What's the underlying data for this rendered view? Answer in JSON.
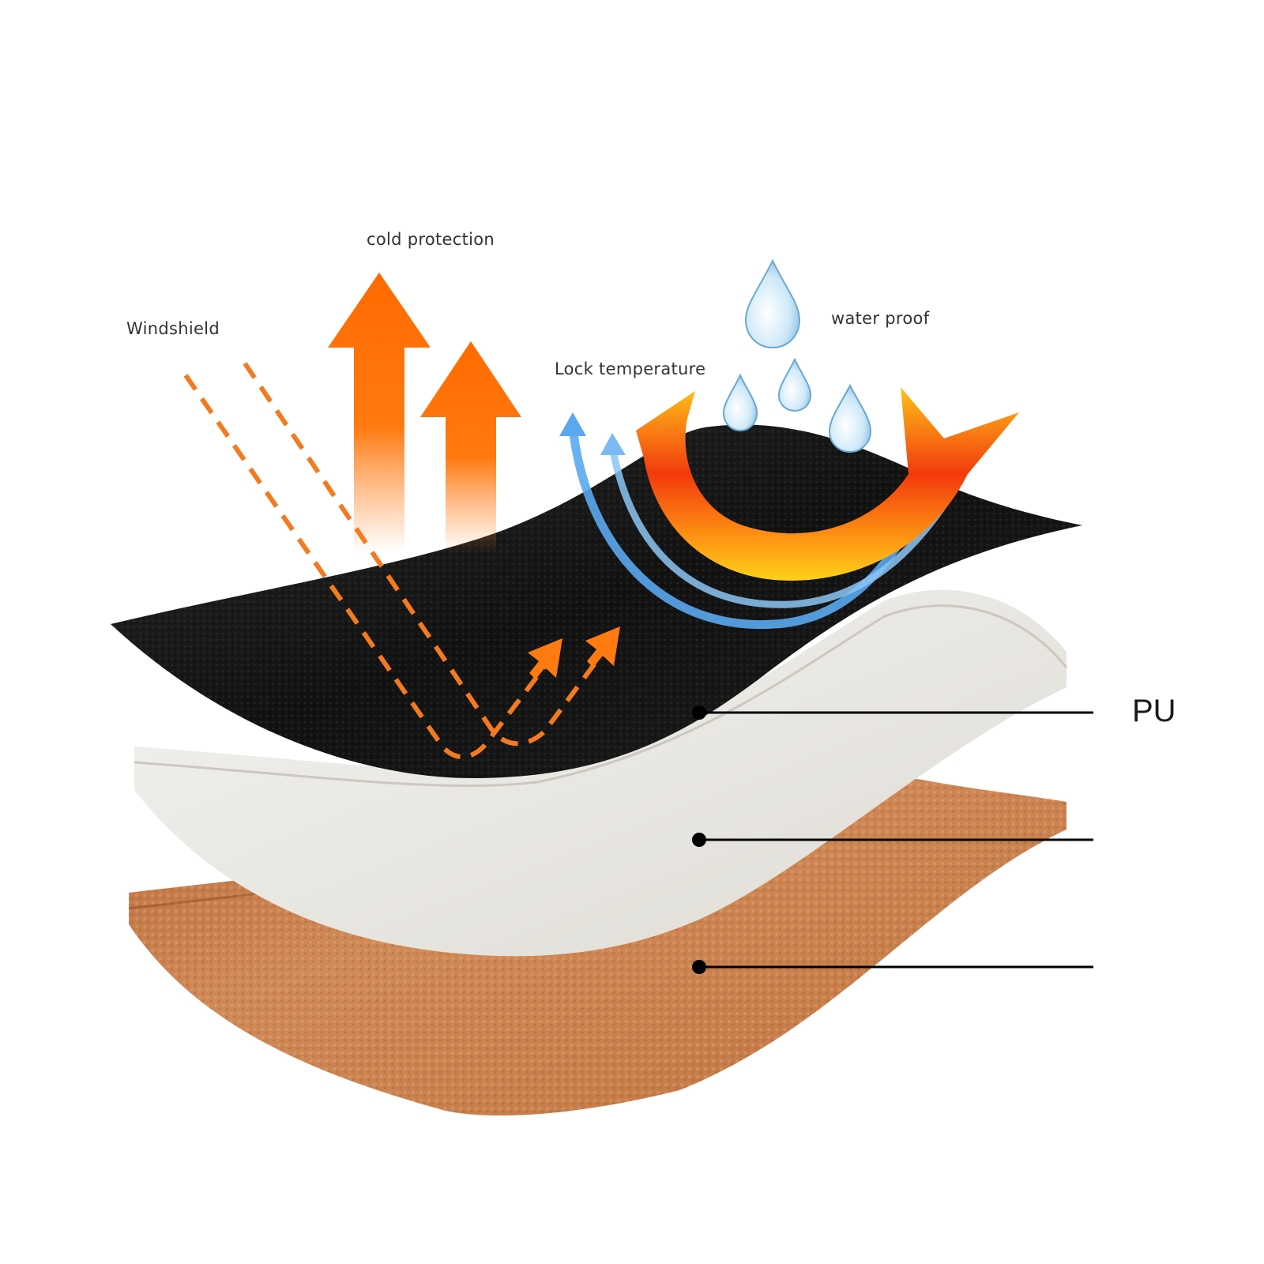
{
  "labels": {
    "cold_protection": "cold protection",
    "windshield": "Windshield",
    "water_proof": "water proof",
    "lock_temperature": "Lock temperature",
    "pu": "PU"
  },
  "layers": [
    {
      "name": "top-layer",
      "callout": "PU",
      "color": "#141414"
    },
    {
      "name": "middle-layer",
      "callout": "",
      "color": "#ebe9e4"
    },
    {
      "name": "bottom-layer",
      "callout": "",
      "color": "#c77a45"
    }
  ],
  "colors": {
    "arrow_orange": "#ff6a00",
    "dash_orange": "#f47a1f",
    "heat_yellow": "#ffc21a",
    "heat_red": "#f23a0c",
    "cool_blue": "#5aa8f0",
    "water_blue": "#a9d6f2"
  },
  "icons": [
    "water-drop-icon",
    "up-arrow-icon",
    "curved-heat-arrow-icon",
    "curved-blue-arrow-icon"
  ]
}
